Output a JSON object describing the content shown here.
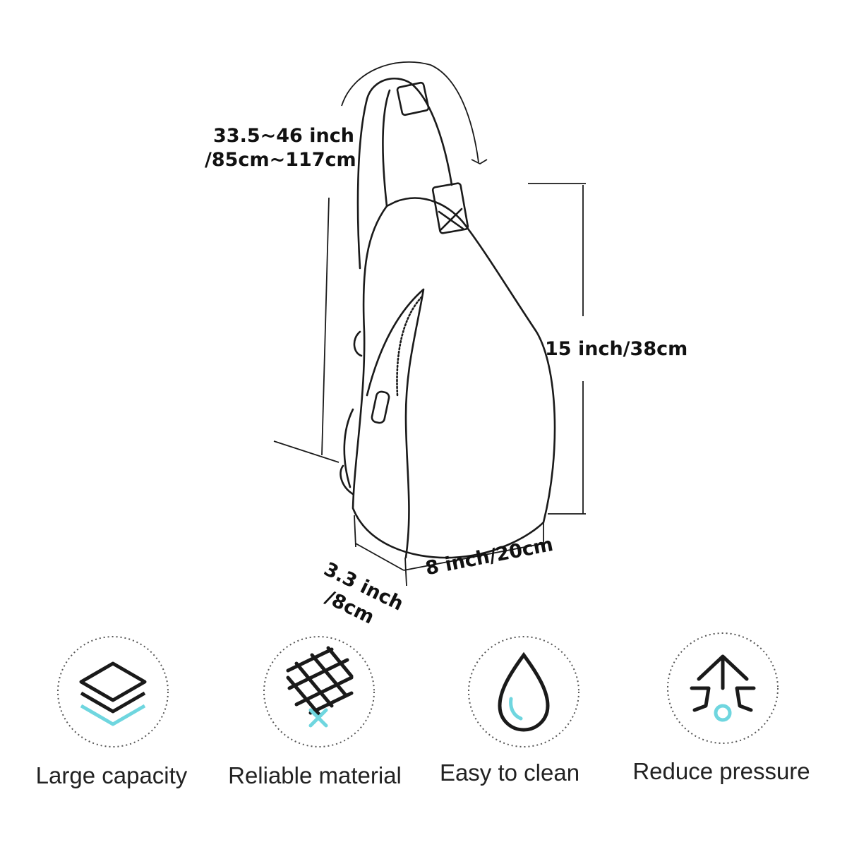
{
  "dimensions": {
    "strap_length_line1": "33.5~46 inch",
    "strap_length_line2": "/85cm~117cm",
    "height": "15 inch/38cm",
    "width": "8 inch/20cm",
    "depth_line1": "3.3 inch",
    "depth_line2": "/8cm"
  },
  "features": [
    {
      "label": "Large capacity",
      "icon": "layers-icon"
    },
    {
      "label": "Reliable material",
      "icon": "mesh-icon"
    },
    {
      "label": "Easy to clean",
      "icon": "water-drop-icon"
    },
    {
      "label": "Reduce pressure",
      "icon": "arrow-up-pressure-icon"
    }
  ],
  "colors": {
    "outline": "#1a1a1a",
    "accent": "#6fd6df",
    "circle_border": "#555555"
  }
}
